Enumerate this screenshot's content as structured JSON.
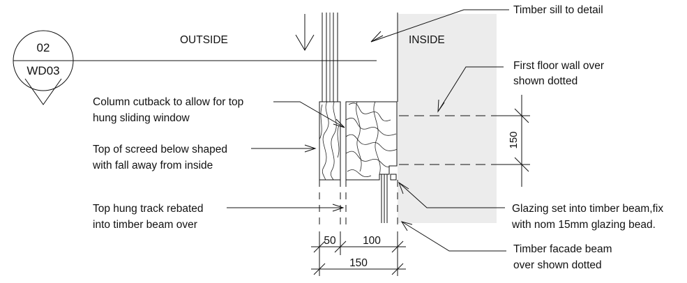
{
  "section_tag": {
    "number": "02",
    "sheet": "WD03"
  },
  "zones": {
    "outside": "OUTSIDE",
    "inside": "INSIDE"
  },
  "notes": {
    "timber_sill": "Timber sill to detail",
    "first_floor_wall_1": "First floor wall over",
    "first_floor_wall_2": "shown dotted",
    "column_cutback_1": "Column cutback to allow for top",
    "column_cutback_2": "hung sliding window",
    "top_of_screed_1": "Top of screed below shaped",
    "top_of_screed_2": "with fall away from inside",
    "top_hung_track_1": "Top hung track rebated",
    "top_hung_track_2": "into timber beam over",
    "glazing_1": "Glazing set into timber beam,fix",
    "glazing_2": "with nom 15mm glazing bead.",
    "facade_beam_1": "Timber facade beam",
    "facade_beam_2": "over shown dotted"
  },
  "dimensions": {
    "column": "50",
    "beam": "100",
    "total": "150",
    "vertical": "150"
  },
  "colors": {
    "inside_fill": "#ececec",
    "line": "#111111"
  }
}
